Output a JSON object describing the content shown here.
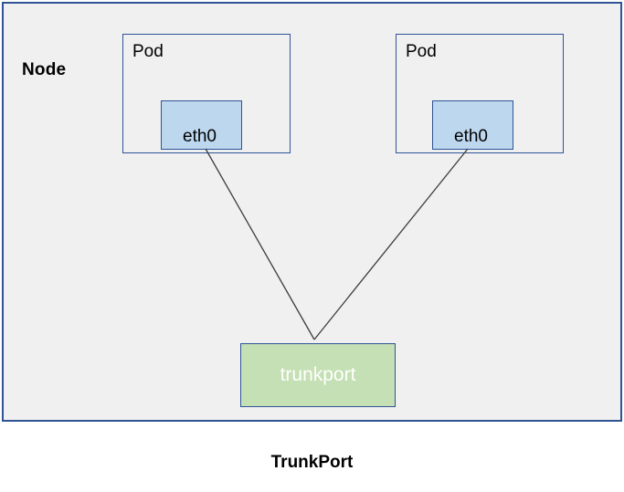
{
  "diagram": {
    "caption": "TrunkPort",
    "node": {
      "label": "Node",
      "border_color": "#2e5496",
      "fill_color": "#f0f0f0"
    },
    "pods": [
      {
        "label": "Pod",
        "interface": {
          "label": "eth0",
          "fill_color": "#bdd7ee",
          "border_color": "#2e5496"
        }
      },
      {
        "label": "Pod",
        "interface": {
          "label": "eth0",
          "fill_color": "#bdd7ee",
          "border_color": "#2e5496"
        }
      }
    ],
    "trunkport": {
      "label": "trunkport",
      "fill_color": "#c5e0b4",
      "border_color": "#2e5496",
      "text_color": "#ffffff"
    },
    "links": [
      {
        "from": "pod-left-eth0",
        "to": "trunkport"
      },
      {
        "from": "pod-right-eth0",
        "to": "trunkport"
      }
    ],
    "link_color": "#3c3c3c"
  }
}
